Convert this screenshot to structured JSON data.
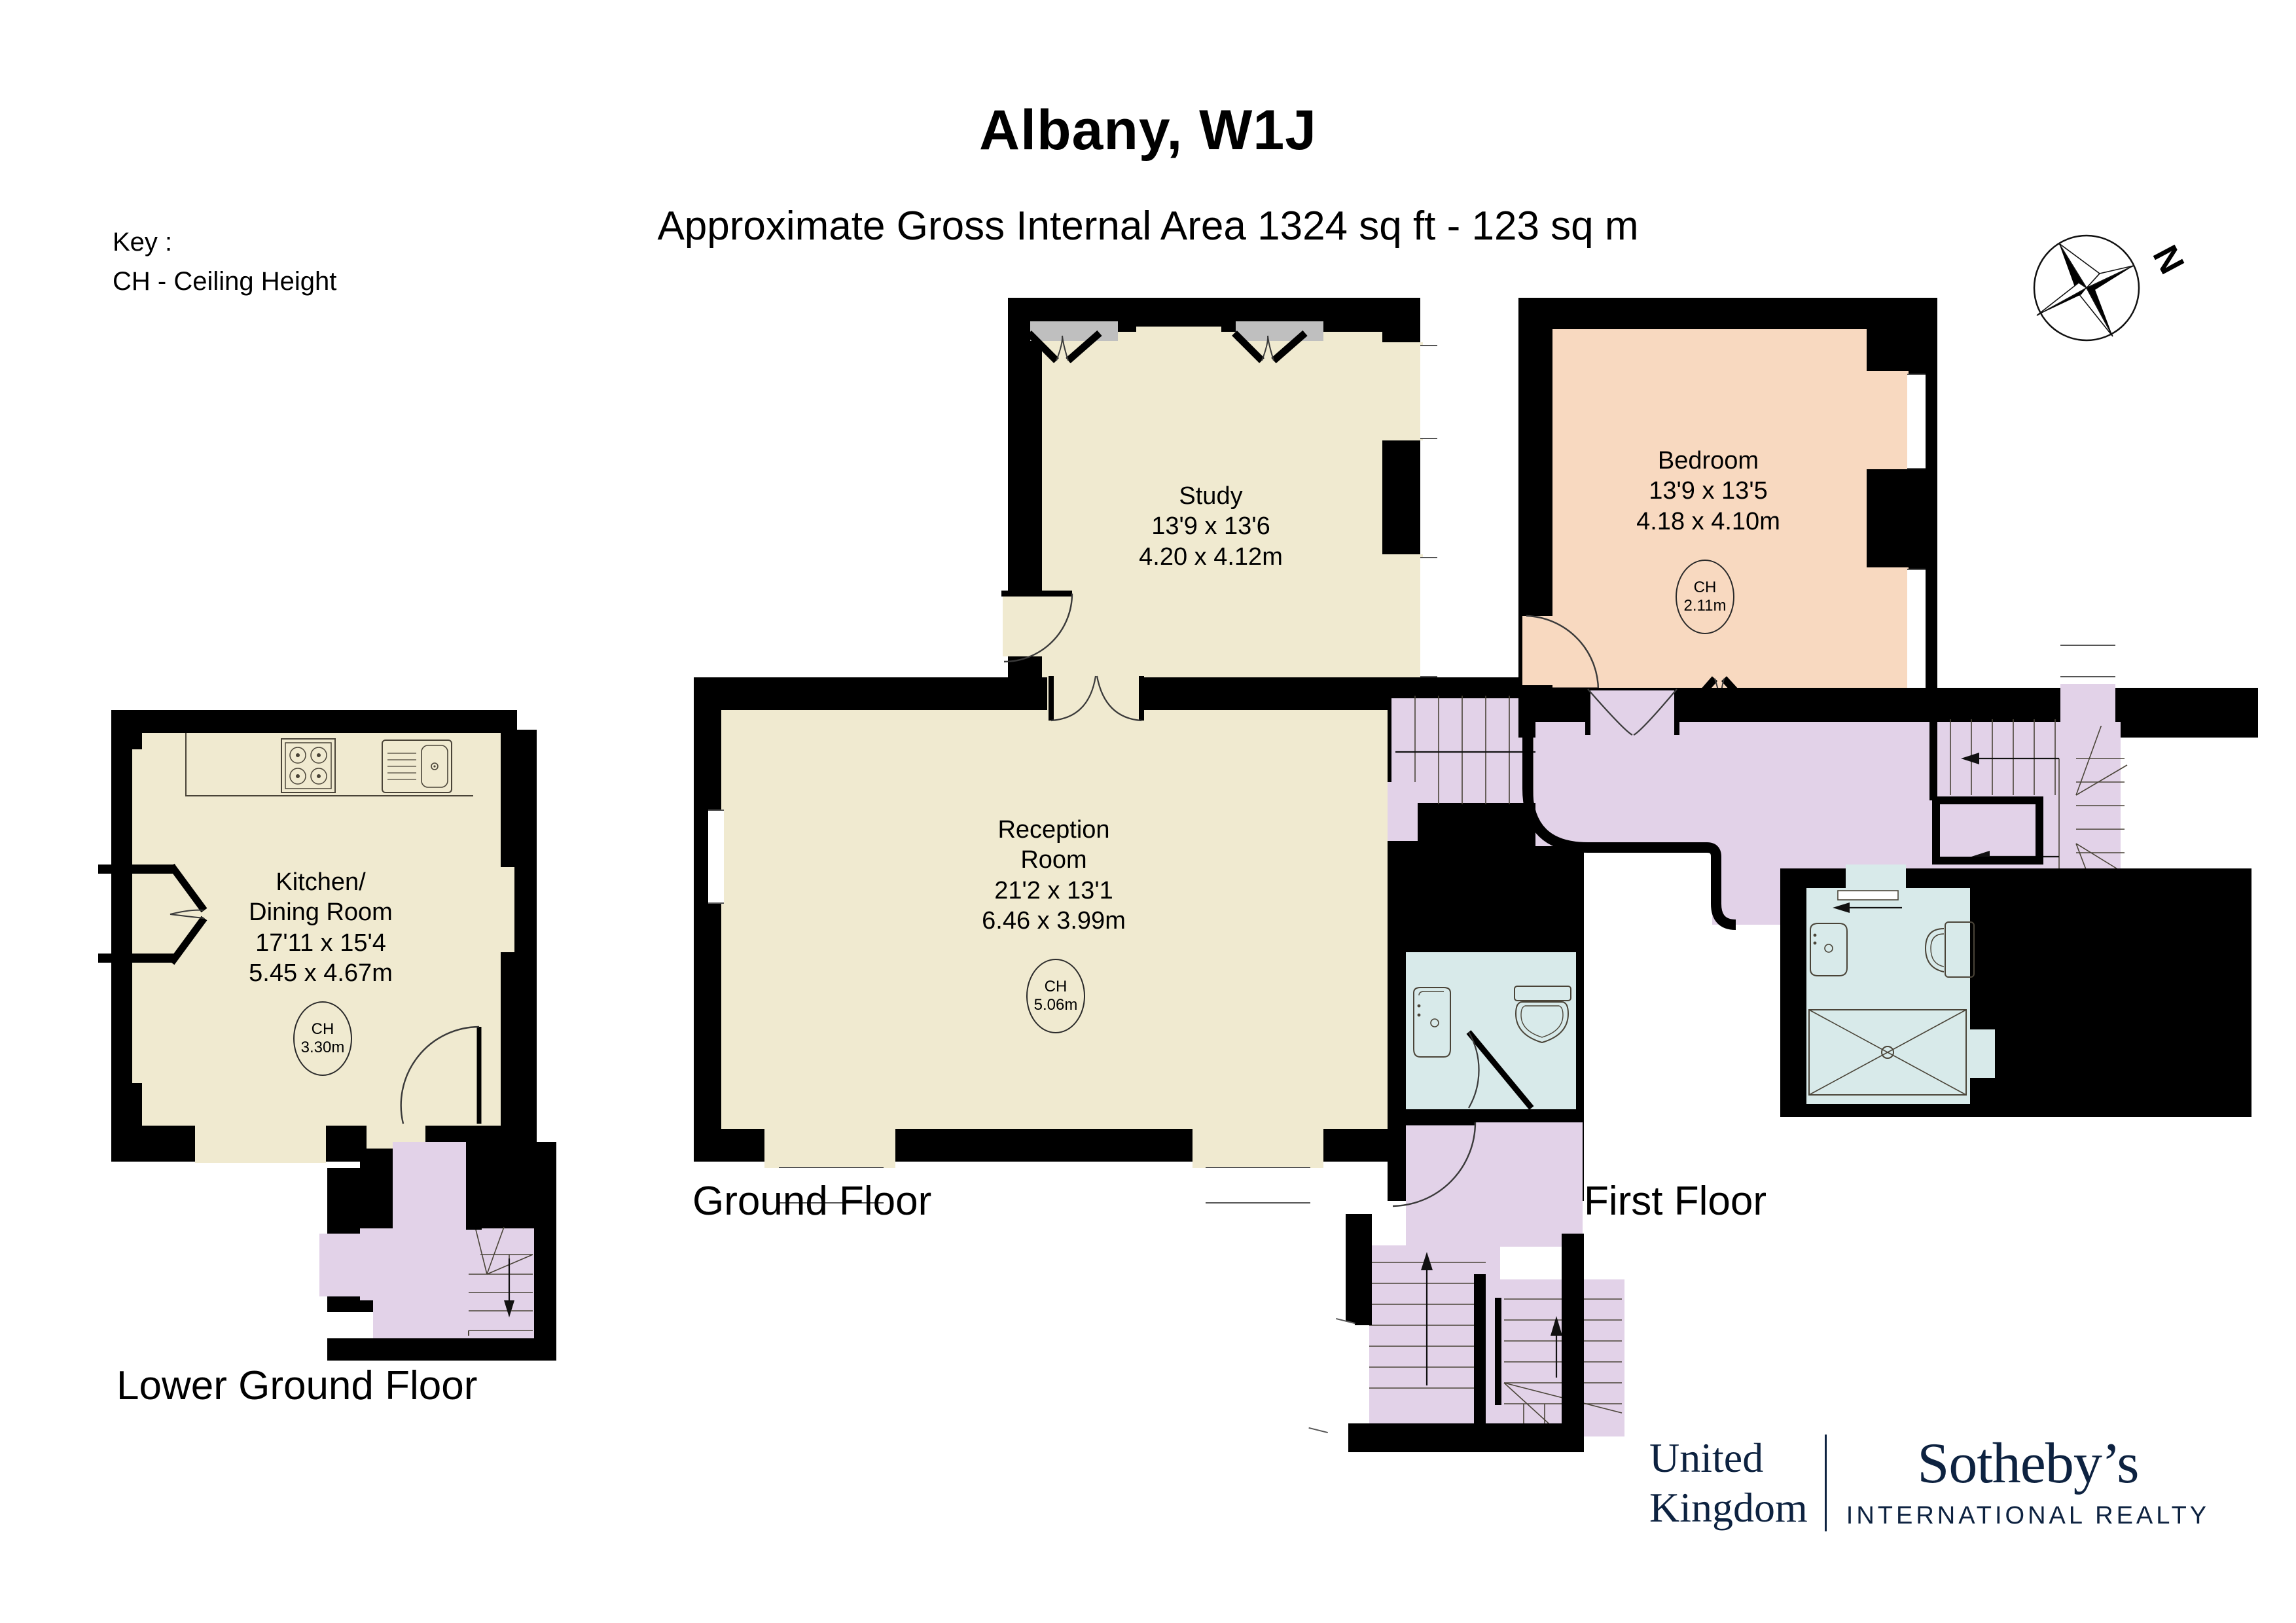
{
  "header": {
    "title": "Albany, W1J",
    "subtitle": "Approximate Gross Internal Area 1324 sq ft - 123 sq m"
  },
  "key": {
    "heading": "Key :",
    "entry": "CH - Ceiling Height"
  },
  "compass": {
    "label": "N"
  },
  "floors": [
    {
      "id": "lower-ground",
      "label": "Lower Ground Floor",
      "rooms": [
        {
          "name": "Kitchen/",
          "name2": "Dining Room",
          "dims_imperial": "17'11 x 15'4",
          "dims_metric": "5.45 x 4.67m",
          "ceiling_height_key": "CH",
          "ceiling_height": "3.30m"
        }
      ]
    },
    {
      "id": "ground",
      "label": "Ground Floor",
      "rooms": [
        {
          "name": "Study",
          "name2": "",
          "dims_imperial": "13'9 x 13'6",
          "dims_metric": "4.20 x 4.12m",
          "ceiling_height_key": "",
          "ceiling_height": ""
        },
        {
          "name": "Reception",
          "name2": "Room",
          "dims_imperial": "21'2 x 13'1",
          "dims_metric": "6.46 x 3.99m",
          "ceiling_height_key": "CH",
          "ceiling_height": "5.06m"
        }
      ]
    },
    {
      "id": "first",
      "label": "First Floor",
      "rooms": [
        {
          "name": "Bedroom",
          "name2": "",
          "dims_imperial": "13'9 x 13'5",
          "dims_metric": "4.18 x 4.10m",
          "ceiling_height_key": "CH",
          "ceiling_height": "2.11m"
        }
      ]
    }
  ],
  "logo": {
    "line1": "United",
    "line2": "Kingdom",
    "brand": "Sotheby’s",
    "tagline": "INTERNATIONAL REALTY",
    "color": "#0d2240"
  },
  "colors": {
    "wall": "#000000",
    "room_cream": "#f0ead0",
    "room_pink": "#f8d9c0",
    "room_lilac": "#e2d2e8",
    "room_blue": "#d8eaea",
    "window": "#ffffff",
    "window_grey": "#bfbfbf",
    "text": "#000000"
  }
}
